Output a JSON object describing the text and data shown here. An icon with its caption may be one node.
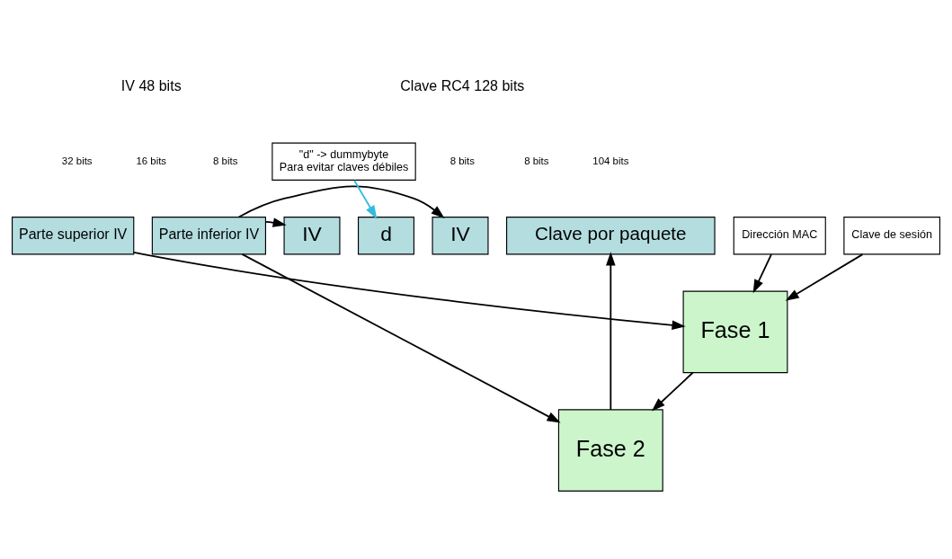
{
  "diagram": {
    "nodes": [
      {
        "text": [
          "Parte superior IV"
        ]
      },
      {
        "text": [
          "Parte inferior IV"
        ]
      },
      {
        "text": [
          "IV"
        ]
      },
      {
        "text": [
          "d"
        ]
      },
      {
        "text": [
          "IV"
        ]
      },
      {
        "text": [
          "Clave por paquete"
        ]
      },
      {
        "text": [
          "\"d\" -> dummybyte",
          "Para evitar claves débiles"
        ]
      },
      {
        "text": [
          "Fase 2"
        ]
      },
      {
        "text": [
          "Fase 1"
        ]
      },
      {
        "text": [
          "Dirección MAC"
        ]
      },
      {
        "text": [
          "Clave de sesión"
        ]
      }
    ],
    "edges": [
      {
        "from": 0,
        "to": 8,
        "arrow": "to"
      },
      {
        "from": 1,
        "to": 7,
        "arrow": "to"
      },
      {
        "from": 1,
        "to": 2,
        "arrow": "to"
      },
      {
        "from": 1,
        "to": 4,
        "arrow": "to"
      },
      {
        "from": 6,
        "to": 3,
        "arrow": "to",
        "color": "#33bbdd"
      },
      {
        "from": 8,
        "to": 7,
        "arrow": "to"
      },
      {
        "from": 7,
        "to": 5,
        "arrow": "to"
      },
      {
        "from": 9,
        "to": 8,
        "arrow": "to"
      },
      {
        "from": 10,
        "to": 8,
        "arrow": "to"
      }
    ],
    "labels": [
      "IV 48 bits",
      "Clave RC4 128 bits",
      "32 bits",
      "16 bits",
      "8 bits",
      "8 bits",
      "8 bits",
      "104 bits"
    ]
  }
}
